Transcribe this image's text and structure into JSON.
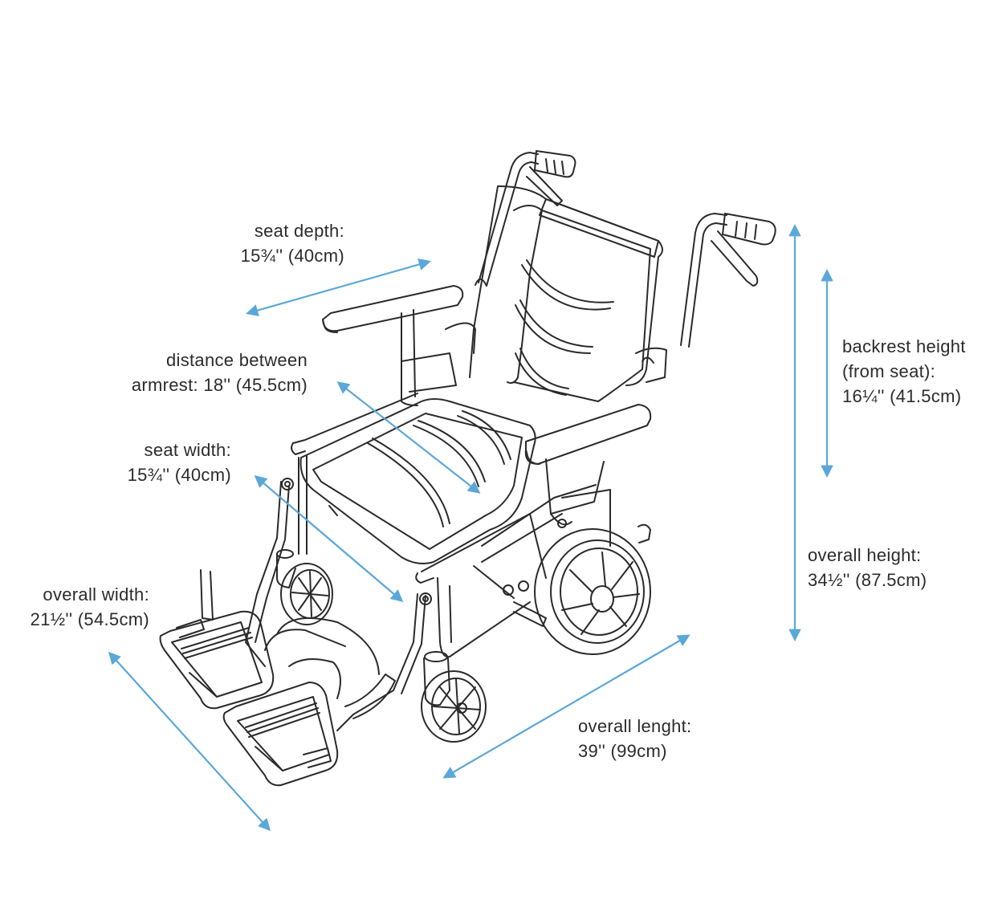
{
  "colors": {
    "line_art": "#2a2a2a",
    "dimension_arrow": "#5ba7d9",
    "background": "#ffffff",
    "text": "#2b2b2b"
  },
  "labels": {
    "seat_depth": {
      "title": "seat depth:",
      "value": "15¾'' (40cm)"
    },
    "armrest_distance": {
      "title": "distance between",
      "value": "armrest: 18'' (45.5cm)"
    },
    "seat_width": {
      "title": "seat width:",
      "value": "15¾'' (40cm)"
    },
    "overall_width": {
      "title": "overall width:",
      "value": "21½'' (54.5cm)"
    },
    "backrest_height": {
      "title": "backrest height",
      "subtitle": "(from seat):",
      "value": "16¼'' (41.5cm)"
    },
    "overall_height": {
      "title": "overall height:",
      "value": "34½'' (87.5cm)"
    },
    "overall_length": {
      "title": "overall lenght:",
      "value": "39'' (99cm)"
    }
  },
  "icons": {
    "main_illustration": "wheelchair-line-drawing",
    "dimension_markers": "double-headed-arrow"
  }
}
